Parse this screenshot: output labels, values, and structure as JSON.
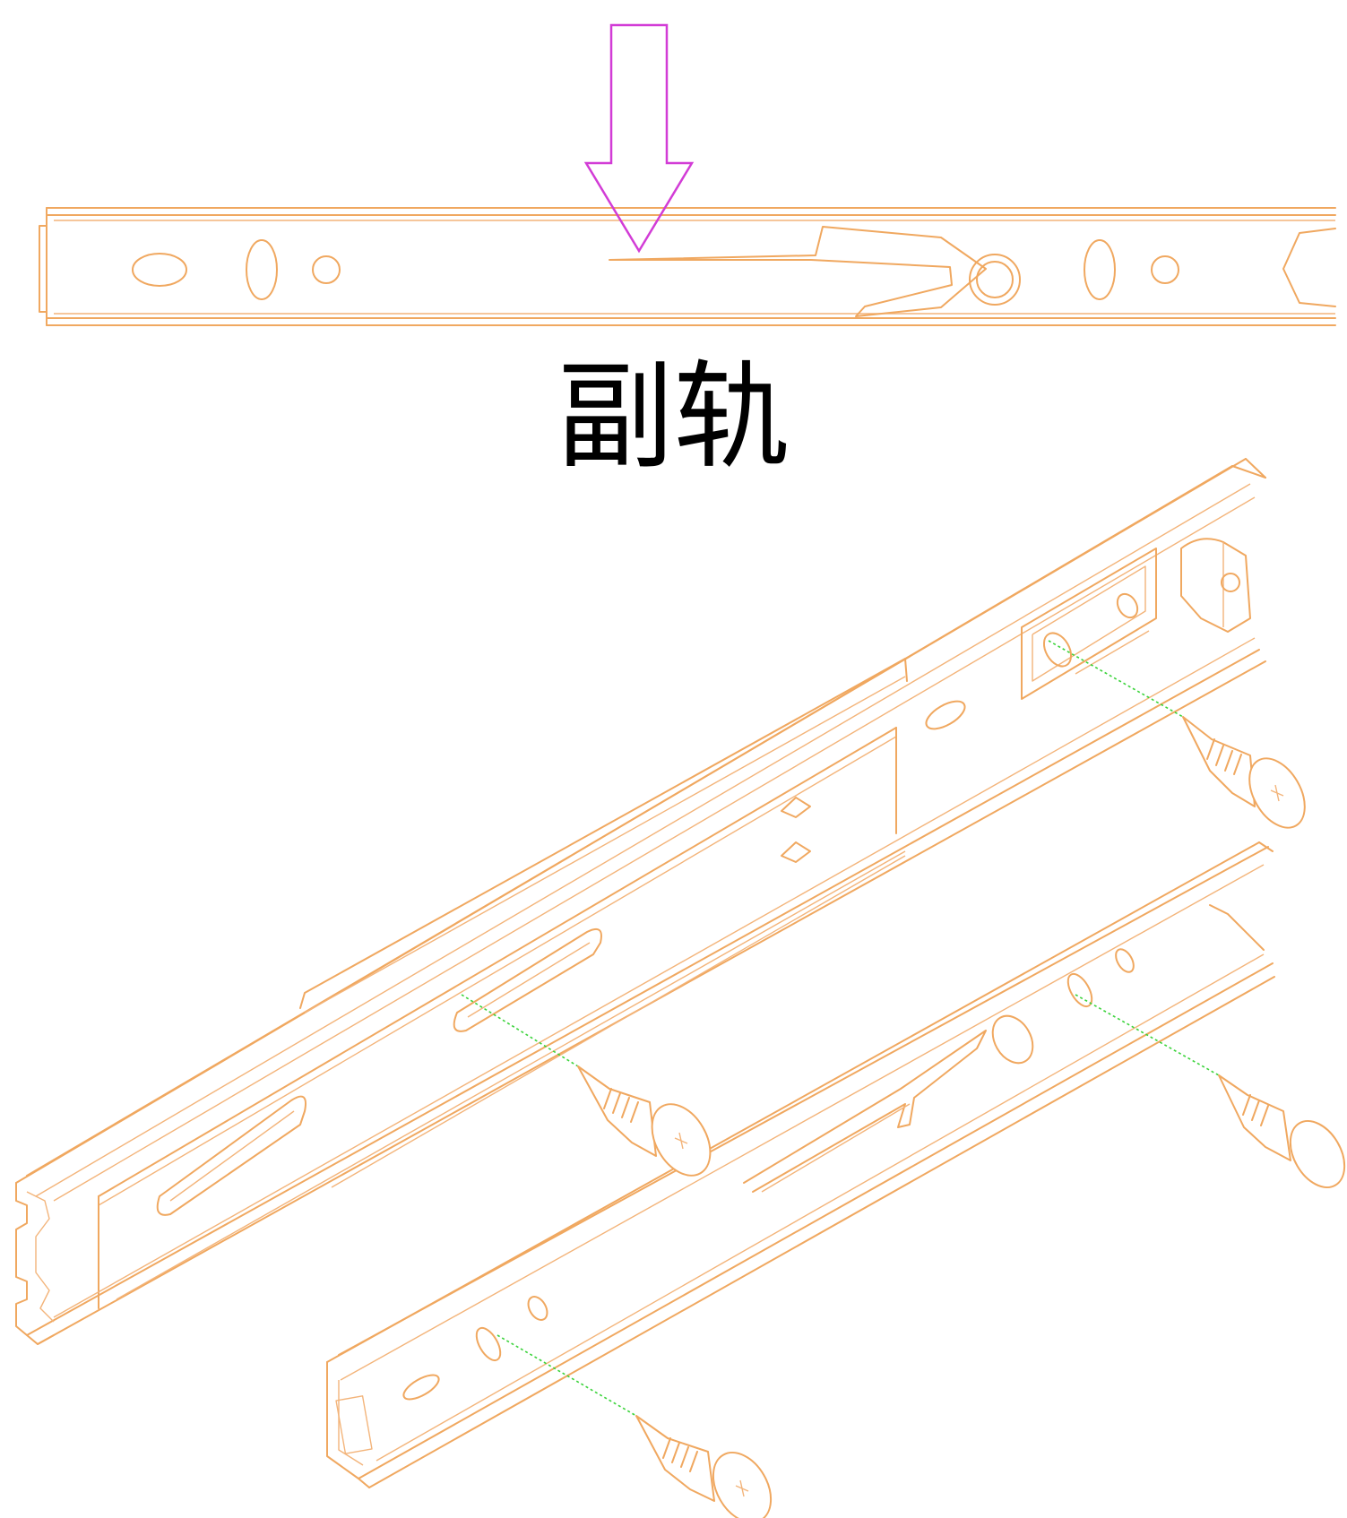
{
  "caption": {
    "label": "副轨"
  },
  "colors": {
    "rail_outline": "#f0a860",
    "arrow": "#d23cd6",
    "screw_guide": "#3bd33b",
    "caption_text": "#000000"
  },
  "parts": {
    "top_view": "sub-rail-side-view",
    "indicator": "down-arrow-icon",
    "bottom_view": [
      "outer-rail-assembly",
      "sub-rail-isometric",
      "mounting-screws"
    ]
  }
}
